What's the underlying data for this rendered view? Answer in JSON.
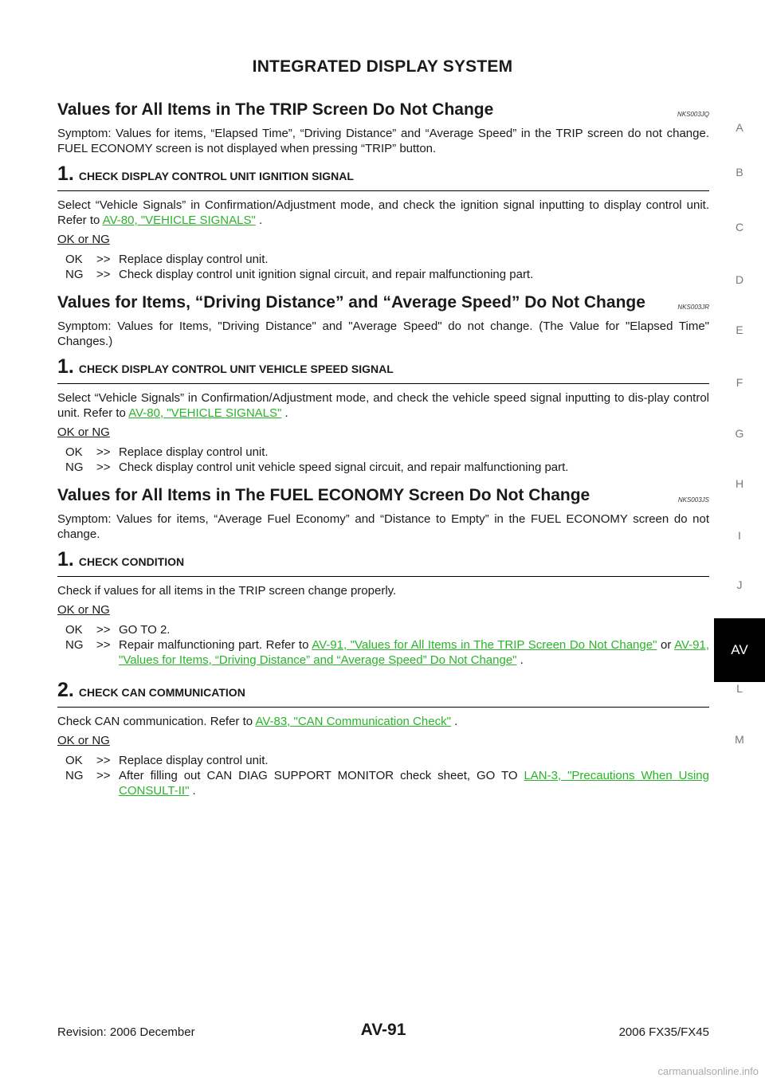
{
  "header": {
    "title": "INTEGRATED DISPLAY SYSTEM"
  },
  "side_tabs": [
    "A",
    "B",
    "C",
    "D",
    "E",
    "F",
    "G",
    "H",
    "I",
    "J",
    "AV",
    "L",
    "M"
  ],
  "active_tab": "AV",
  "sections": [
    {
      "title": "Values for All Items in The TRIP Screen Do Not Change",
      "code": "NKS003JQ",
      "symptom": "Symptom: Values for items, “Elapsed Time”, “Driving Distance” and “Average Speed” in the TRIP screen do not change. FUEL ECONOMY screen is not displayed when pressing “TRIP” button.",
      "step_num": "1.",
      "step_label": "CHECK DISPLAY CONTROL UNIT IGNITION SIGNAL",
      "instruction_pre": "Select “Vehicle Signals” in Confirmation/Adjustment mode, and check the ignition signal inputting to display control unit. Refer to ",
      "instruction_link": "AV-80, \"VEHICLE SIGNALS\"",
      "instruction_post": " .",
      "oknote": "OK or NG",
      "ok": "OK",
      "ok_text": "Replace display control unit.",
      "ng": "NG",
      "ng_text": "Check display control unit ignition signal circuit, and repair malfunctioning part."
    },
    {
      "title": "Values for Items, “Driving Distance” and “Average Speed” Do Not Change",
      "code": "NKS003JR",
      "symptom": "Symptom: Values for Items, \"Driving Distance\" and \"Average Speed\" do not change. (The Value for \"Elapsed Time\" Changes.)",
      "step_num": "1.",
      "step_label": "CHECK DISPLAY CONTROL UNIT VEHICLE SPEED SIGNAL",
      "instruction_pre": "Select “Vehicle Signals” in Confirmation/Adjustment mode, and check the vehicle speed signal inputting to dis-play control unit. Refer to ",
      "instruction_link": "AV-80, \"VEHICLE SIGNALS\"",
      "instruction_post": " .",
      "oknote": "OK or NG",
      "ok": "OK",
      "ok_text": "Replace display control unit.",
      "ng": "NG",
      "ng_text": "Check display control unit vehicle speed signal circuit, and repair malfunctioning part."
    },
    {
      "title": "Values for All Items in The FUEL ECONOMY Screen Do Not Change",
      "code": "NKS003JS",
      "symptom": "Symptom: Values for items, “Average Fuel Economy” and “Distance to Empty” in the FUEL ECONOMY screen do not change.",
      "step1_num": "1.",
      "step1_label": "CHECK CONDITION",
      "step1_instruction": "Check if values for all items in the TRIP screen change properly.",
      "oknote": "OK or NG",
      "ok": "OK",
      "step1_ok_text": "GO TO 2.",
      "ng": "NG",
      "step1_ng_pre": "Repair malfunctioning part. Refer to ",
      "step1_ng_link1": "AV-91, \"Values for All Items in The TRIP Screen Do Not Change\"",
      "step1_ng_mid": "  or ",
      "step1_ng_link2": "AV-91, \"Values for Items, “Driving Distance” and “Average Speed” Do Not Change\"",
      "step1_ng_post": " .",
      "step2_num": "2.",
      "step2_label": "CHECK CAN COMMUNICATION",
      "step2_instruction_pre": "Check CAN communication. Refer to ",
      "step2_instruction_link": "AV-83, \"CAN Communication Check\"",
      "step2_instruction_post": " .",
      "step2_ok_text": "Replace display control unit.",
      "step2_ng_pre": "After filling out CAN DIAG SUPPORT MONITOR check sheet, GO TO ",
      "step2_ng_link": "LAN-3, \"Precautions When Using CONSULT-II\"",
      "step2_ng_post": " ."
    }
  ],
  "arrow": ">>",
  "footer": {
    "revision": "Revision: 2006 December",
    "page": "AV-91",
    "model": "2006 FX35/FX45"
  },
  "watermark": "carmanualsonline.info"
}
